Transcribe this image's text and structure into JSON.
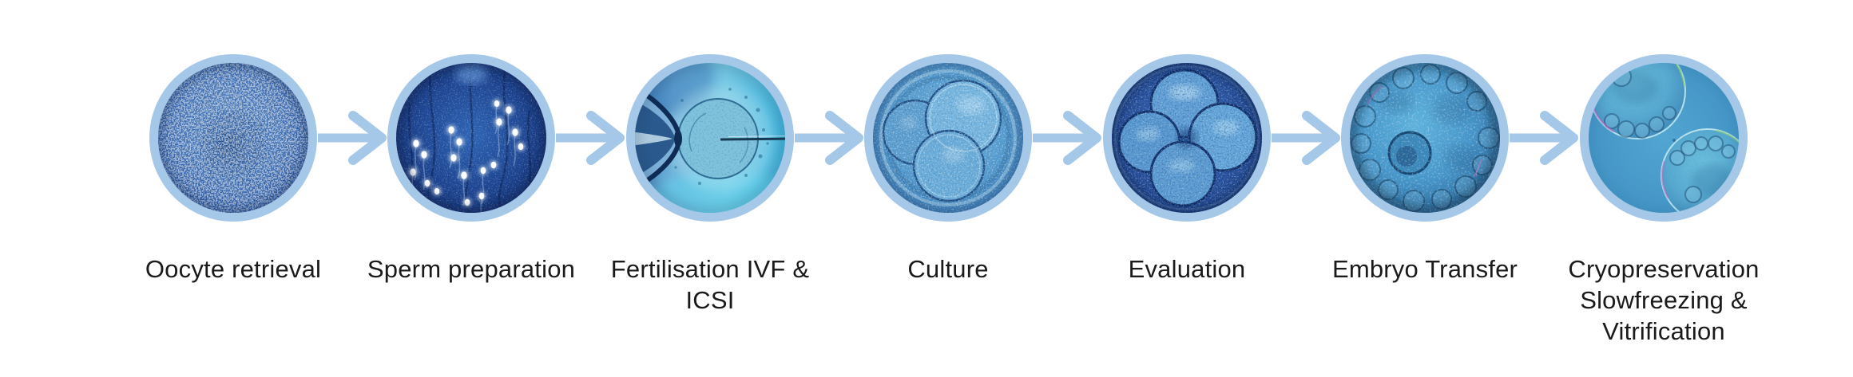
{
  "diagram": {
    "type": "process-flow",
    "direction": "left-to-right",
    "step_count": 7
  },
  "stages": [
    {
      "label": "Oocyte retrieval",
      "image": "oocyte-micrograph"
    },
    {
      "label": "Sperm preparation",
      "image": "sperm-micrograph"
    },
    {
      "label": "Fertilisation IVF &\nICSI",
      "image": "icsi-injection-micrograph"
    },
    {
      "label": "Culture",
      "image": "cleavage-embryo-micrograph"
    },
    {
      "label": "Evaluation",
      "image": "multicell-embryo-micrograph"
    },
    {
      "label": "Embryo Transfer",
      "image": "blastocyst-micrograph"
    },
    {
      "label": "Cryopreservation\nSlowfreezing &\nVitrification",
      "image": "frozen-blastocysts-micrograph"
    }
  ],
  "icons": {
    "connector": "right-arrow"
  },
  "colors": {
    "background": "#ffffff",
    "circle_ring": "#a5c8e8",
    "arrow": "#a5c8e8",
    "label_text": "#1a1a1a"
  }
}
